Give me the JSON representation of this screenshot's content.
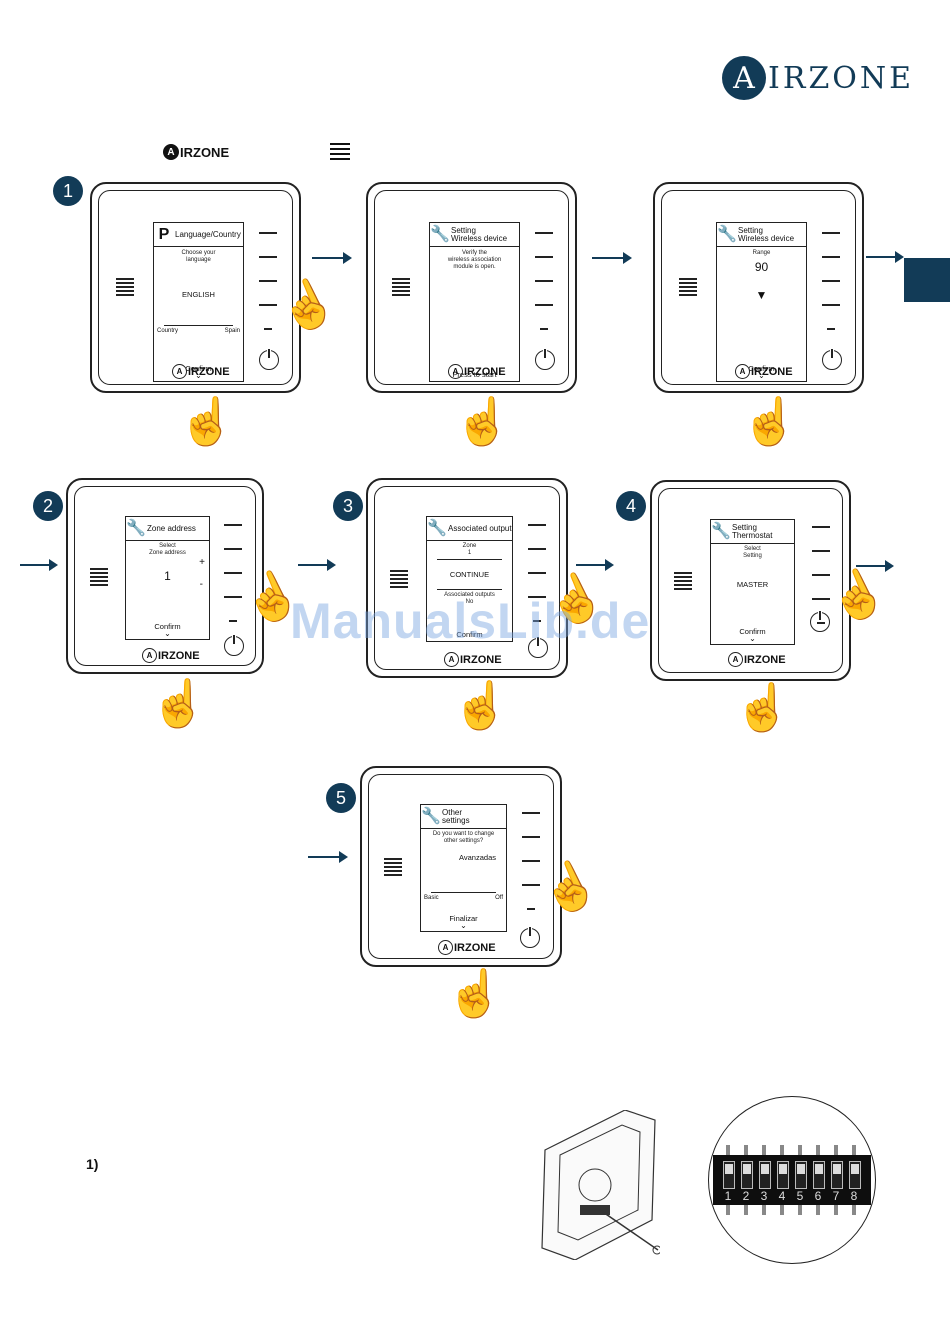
{
  "header": {
    "brand_letter": "A",
    "brand_word": "IRZONE",
    "mini_logo_letter": "A",
    "mini_logo_word": "IRZONE",
    "colors": {
      "brand": "#123b57"
    }
  },
  "steps": [
    "1",
    "2",
    "3",
    "4",
    "5"
  ],
  "device_logo": {
    "letter": "A",
    "word": "IRZONE"
  },
  "screens": {
    "s1": {
      "title": "Language/Country",
      "line1": "Choose your",
      "line2": "language",
      "value": "ENGLISH",
      "row_left": "Country",
      "row_right": "Spain",
      "footer": "Confirm"
    },
    "s2": {
      "title1": "Setting",
      "title2": "Wireless device",
      "line1": "Verify the",
      "line2": "wireless association",
      "line3": "module is open.",
      "footer": "Press to start"
    },
    "s3": {
      "title1": "Setting",
      "title2": "Wireless device",
      "label": "Range",
      "value": "90",
      "footer": "Confirm"
    },
    "s4": {
      "title": "Zone address",
      "line1": "Select",
      "line2": "Zone address",
      "value": "1",
      "plus": "+",
      "minus": "-",
      "footer": "Confirm"
    },
    "s5": {
      "title": "Associated output",
      "label": "Zone",
      "zone_value": "1",
      "value": "CONTINUE",
      "sub_label": "Associated outputs",
      "sub_value": "No",
      "footer": "Confirm"
    },
    "s6": {
      "title1": "Setting",
      "title2": "Thermostat",
      "line1": "Select",
      "line2": "Setting",
      "value": "MASTER",
      "footer": "Confirm"
    },
    "s7": {
      "title1": "Other",
      "title2": "settings",
      "line1": "Do you want to change",
      "line2": "other settings?",
      "option": "Avanzadas",
      "row_left": "Basic",
      "row_right": "Off",
      "footer": "Finalizar"
    }
  },
  "watermark": "ManualsLib.de",
  "note": "1)",
  "dip_numbers": [
    "1",
    "2",
    "3",
    "4",
    "5",
    "6",
    "7",
    "8"
  ]
}
